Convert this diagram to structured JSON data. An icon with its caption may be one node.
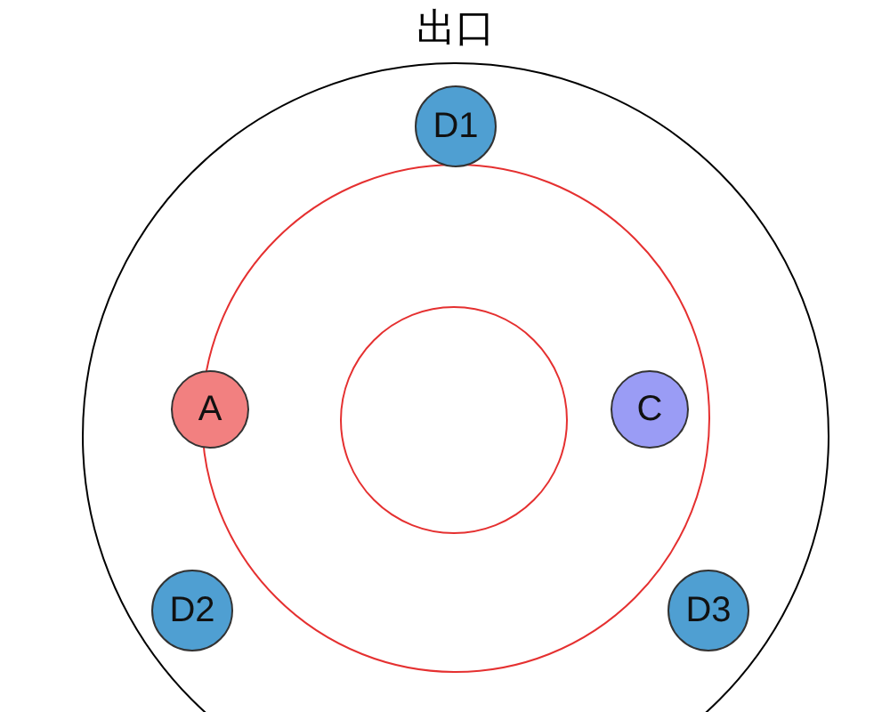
{
  "diagram": {
    "nodes": [
      {
        "text": [
          "出口"
        ]
      },
      {
        "text": [],
        "shape": "circle",
        "in": 0
      },
      {
        "text": [],
        "shape": "circle",
        "in": 1
      },
      {
        "text": [
          "D1"
        ],
        "in": 0
      },
      {
        "text": [
          "A"
        ],
        "in": 0
      },
      {
        "text": [
          "C"
        ],
        "in": 1
      },
      {
        "text": [
          "D2"
        ],
        "in": 0
      },
      {
        "text": [
          "D3"
        ],
        "in": 0
      }
    ]
  }
}
